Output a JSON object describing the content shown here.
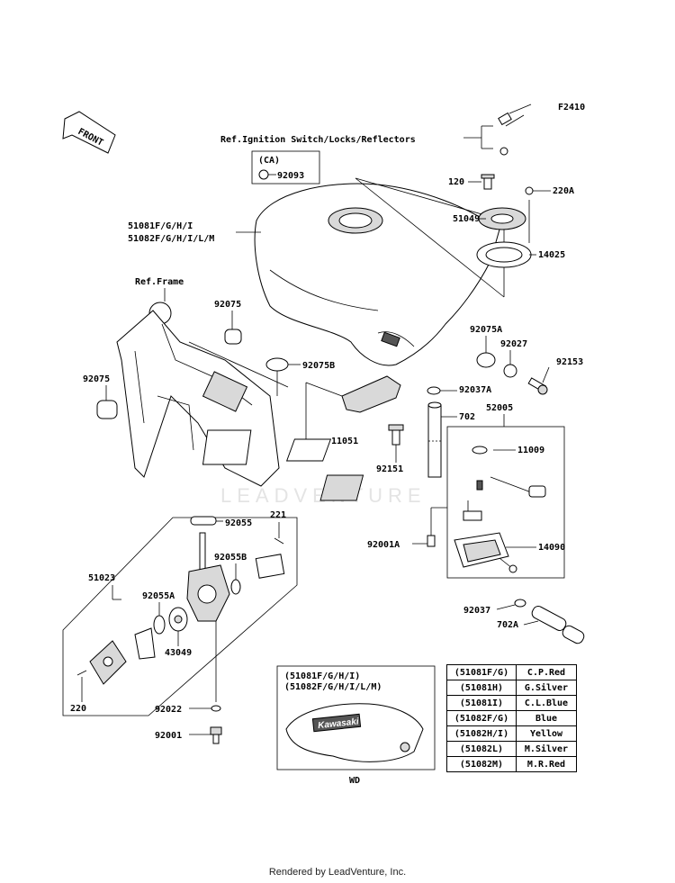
{
  "figure_code": "F2410",
  "front_arrow": "FRONT",
  "watermark": "LEADVENTURE",
  "footer": "Rendered by LeadVenture, Inc.",
  "ref_ignition": "Ref.Ignition Switch/Locks/Reflectors",
  "ref_frame": "Ref.Frame",
  "ca_box": {
    "title": "(CA)",
    "part": "92093"
  },
  "labels": {
    "tank1": "51081F/G/H/I",
    "tank2": "51082F/G/H/I/L/M",
    "p120": "120",
    "p220a": "220A",
    "p51049": "51049",
    "p14025": "14025",
    "p92075_top": "92075",
    "p92075_left": "92075",
    "p92075b": "92075B",
    "p92075a": "92075A",
    "p92027": "92027",
    "p92153": "92153",
    "p92037a": "92037A",
    "p702": "702",
    "p52005": "52005",
    "p11009": "11009",
    "p11051": "11051",
    "p92151": "92151",
    "p92001a": "92001A",
    "p14090": "14090",
    "p92037": "92037",
    "p702a": "702A",
    "p92055": "92055",
    "p221": "221",
    "p92055b": "92055B",
    "p51023": "51023",
    "p92055a": "92055A",
    "p43049": "43049",
    "p220": "220",
    "p92022": "92022",
    "p92001": "92001"
  },
  "wd_box": {
    "line1": "(51081F/G/H/I)",
    "line2": "(51082F/G/H/I/L/M)",
    "tank_brand": "Kawasaki",
    "caption": "WD"
  },
  "color_table": [
    {
      "code": "(51081F/G)",
      "color": "C.P.Red"
    },
    {
      "code": "(51081H)",
      "color": "G.Silver"
    },
    {
      "code": "(51081I)",
      "color": "C.L.Blue"
    },
    {
      "code": "(51082F/G)",
      "color": "Blue"
    },
    {
      "code": "(51082H/I)",
      "color": "Yellow"
    },
    {
      "code": "(51082L)",
      "color": "M.Silver"
    },
    {
      "code": "(51082M)",
      "color": "M.R.Red"
    }
  ]
}
